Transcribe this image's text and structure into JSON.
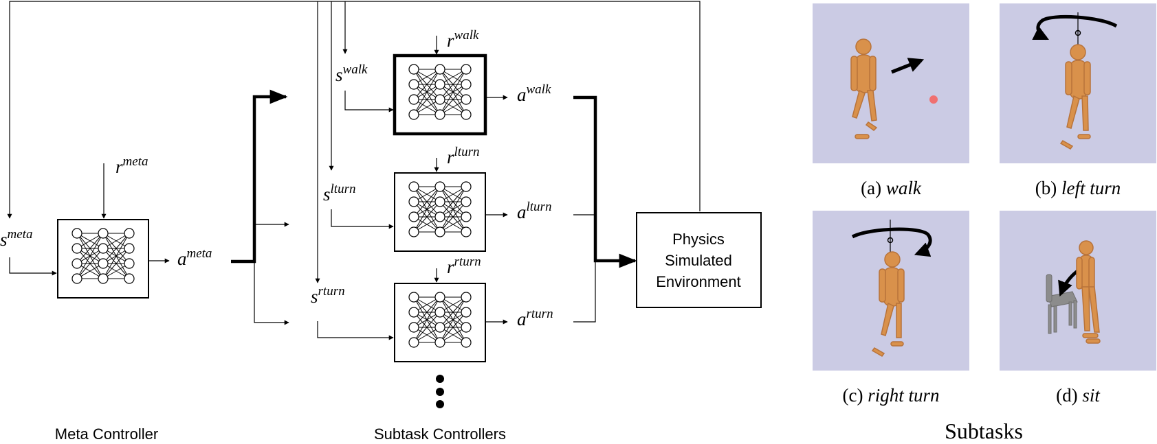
{
  "meta": {
    "state": {
      "base": "s",
      "sup": "meta"
    },
    "reward": {
      "base": "r",
      "sup": "meta"
    },
    "action": {
      "base": "a",
      "sup": "meta"
    },
    "caption": "Meta Controller"
  },
  "subtasks": [
    {
      "key": "walk",
      "state": {
        "base": "s",
        "sup": "walk"
      },
      "reward": {
        "base": "r",
        "sup": "walk"
      },
      "action": {
        "base": "a",
        "sup": "walk"
      },
      "active": true
    },
    {
      "key": "lturn",
      "state": {
        "base": "s",
        "sup": "lturn"
      },
      "reward": {
        "base": "r",
        "sup": "lturn"
      },
      "action": {
        "base": "a",
        "sup": "lturn"
      },
      "active": false
    },
    {
      "key": "rturn",
      "state": {
        "base": "s",
        "sup": "rturn"
      },
      "reward": {
        "base": "r",
        "sup": "rturn"
      },
      "action": {
        "base": "a",
        "sup": "rturn"
      },
      "active": false
    }
  ],
  "subtask_caption": "Subtask Controllers",
  "environment": {
    "lines": [
      "Physics",
      "Simulated",
      "Environment"
    ]
  },
  "panels": [
    {
      "prefix": "(a) ",
      "name": "walk"
    },
    {
      "prefix": "(b) ",
      "name": "left turn"
    },
    {
      "prefix": "(c) ",
      "name": "right turn"
    },
    {
      "prefix": "(d) ",
      "name": "sit"
    }
  ],
  "panels_title": "Subtasks",
  "colors": {
    "panel_bg": "#cbcbe4",
    "character": "#d9914b",
    "character_dark": "#b8733a",
    "target": "#f07070",
    "chair": "#8c8c8c",
    "ink": "#000000"
  }
}
